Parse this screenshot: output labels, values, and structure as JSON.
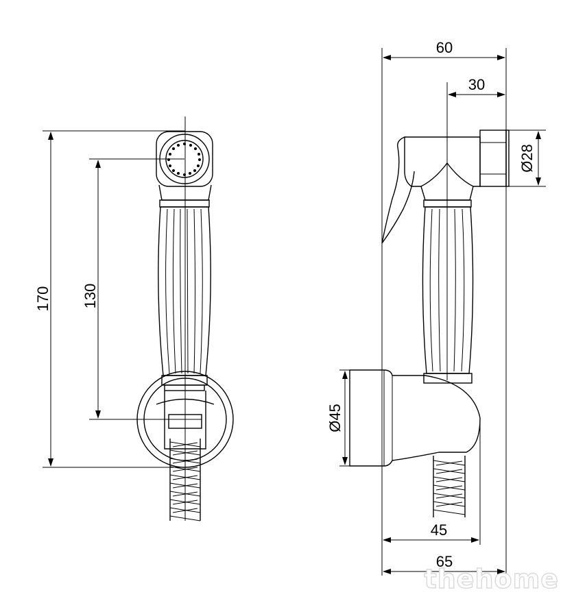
{
  "dimensions": {
    "front_total_height": "170",
    "front_grip_height": "130",
    "side_total_width": "60",
    "side_nozzle_offset": "30",
    "side_nozzle_diameter": "Ø28",
    "side_holder_diameter": "Ø45",
    "bottom_holder_depth": "45",
    "bottom_total_depth": "65"
  },
  "watermark": "thehome"
}
